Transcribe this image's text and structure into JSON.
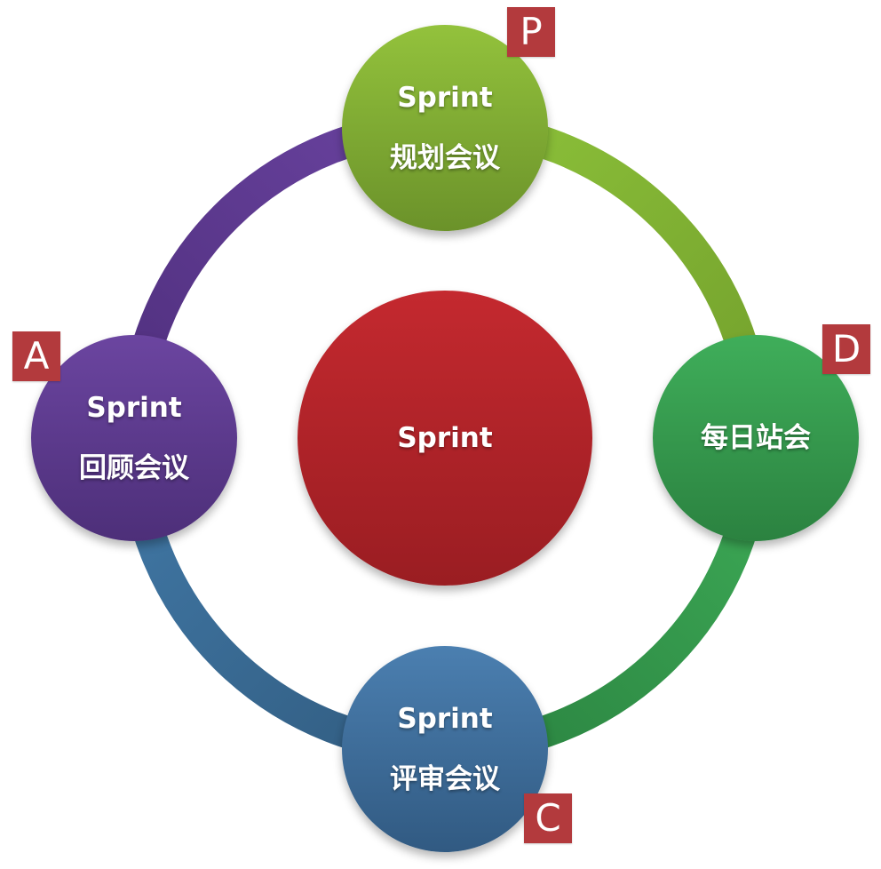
{
  "center": {
    "label": "Sprint",
    "color": "#b02327"
  },
  "nodes": {
    "top": {
      "line1": "Sprint",
      "line2": "规划会议",
      "color": "#7fae33",
      "badge": "P"
    },
    "right": {
      "line1": "每日站会",
      "color": "#35994d",
      "badge": "D"
    },
    "bottom": {
      "line1": "Sprint",
      "line2": "评审会议",
      "color": "#3e6d99",
      "badge": "C"
    },
    "left": {
      "line1": "Sprint",
      "line2": "回顾会议",
      "color": "#5c3a8c",
      "badge": "A"
    }
  },
  "ring_colors": {
    "top_right": "#86b833",
    "right_bottom": "#349a4c",
    "bottom_left": "#386689",
    "left_top": "#5e3a8e"
  },
  "badge_color": "#b33a3d"
}
